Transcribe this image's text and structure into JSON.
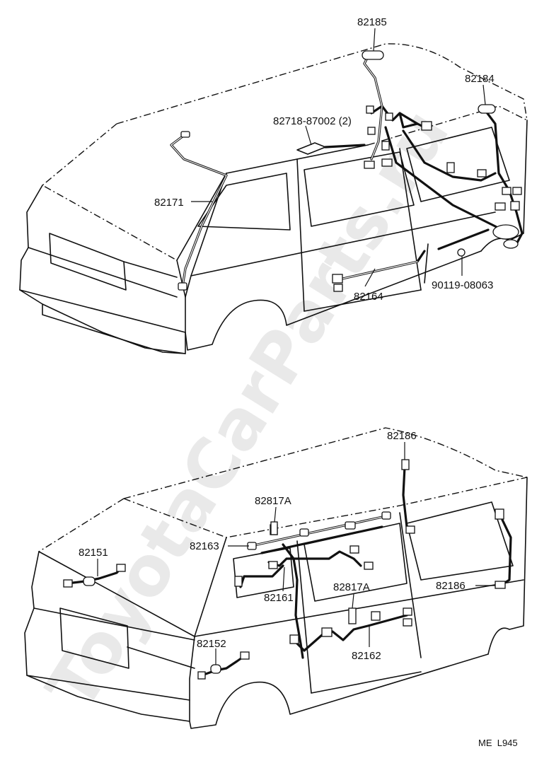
{
  "upper_view": {
    "labels": {
      "l82185": "82185",
      "l82184": "82184",
      "l82718": "82718-87002 (2)",
      "l82171": "82171",
      "l82164": "82164",
      "l90119": "90119-08063"
    }
  },
  "lower_view": {
    "labels": {
      "l82186a": "82186",
      "l82817a": "82817A",
      "l82163": "82163",
      "l82151": "82151",
      "l82161": "82161",
      "l82817b": "82817A",
      "l82186b": "82186",
      "l82152": "82152",
      "l82162": "82162"
    }
  },
  "footer": {
    "code": "ME  L945"
  },
  "watermark": {
    "text": "ToyotaCarParts.ru"
  }
}
